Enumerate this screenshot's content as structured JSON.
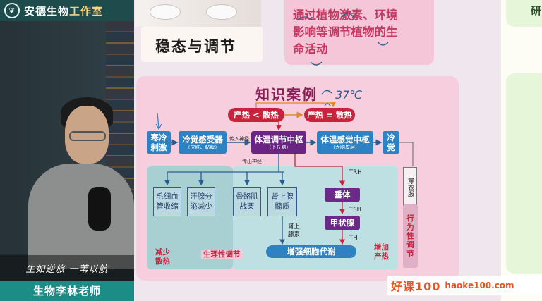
{
  "camera": {
    "studio_name_main": "安德生物",
    "studio_name_accent": "工作室",
    "motto": "生如逆旅  一苇以航",
    "teacher_name": "生物李林老师"
  },
  "slide": {
    "topic_title": "稳态与调节",
    "definition_lines": [
      "通过植物激素、环境",
      "影响等调节植物的生",
      "命活动"
    ],
    "right_cut_text": "研",
    "case_title": "知识案例",
    "annotation_temp": "37℃",
    "top_nodes": {
      "heat_less": "产热 < 散热",
      "heat_equal": "产热 = 散热"
    },
    "flow_nodes": {
      "cold_stimulus": "寒冷\n刺激",
      "cold_receptor": "冷觉感受器",
      "cold_receptor_sub": "（皮肤、黏膜）",
      "thermo_center": "体温调节中枢",
      "thermo_center_sub": "（下丘脑）",
      "sensation_center": "体温感觉中枢",
      "sensation_center_sub": "（大脑皮层）",
      "cold_feel": "冷\n觉"
    },
    "nerve_labels": {
      "afferent": "传入神经",
      "efferent": "传出神经"
    },
    "effectors": {
      "capillary": "毛细血\n管收缩",
      "sweat": "汗腺分\n泌减少",
      "muscle": "骨骼肌\n战栗",
      "adrenal": "肾上腺\n髓质"
    },
    "hormones": {
      "trh": "TRH",
      "tsh": "TSH",
      "th": "TH",
      "adrenaline": "肾上\n腺素"
    },
    "glands": {
      "pituitary": "垂体",
      "thyroid": "甲状腺"
    },
    "metabolism": "增强细胞代谢",
    "reduce_heat": "减少\n散热",
    "increase_heat": "增加\n产热",
    "physio": "生理性调节",
    "dressing": "穿衣服",
    "behavior": "行为性调节"
  },
  "watermark": {
    "cn": "好课100",
    "en": "haoke100.com"
  },
  "colors": {
    "teal_bar": "#1b8c86",
    "accent_red": "#c8233c",
    "node_blue": "#2d82c3",
    "node_purple": "#6a2584",
    "case_bg": "#f7cedd"
  }
}
